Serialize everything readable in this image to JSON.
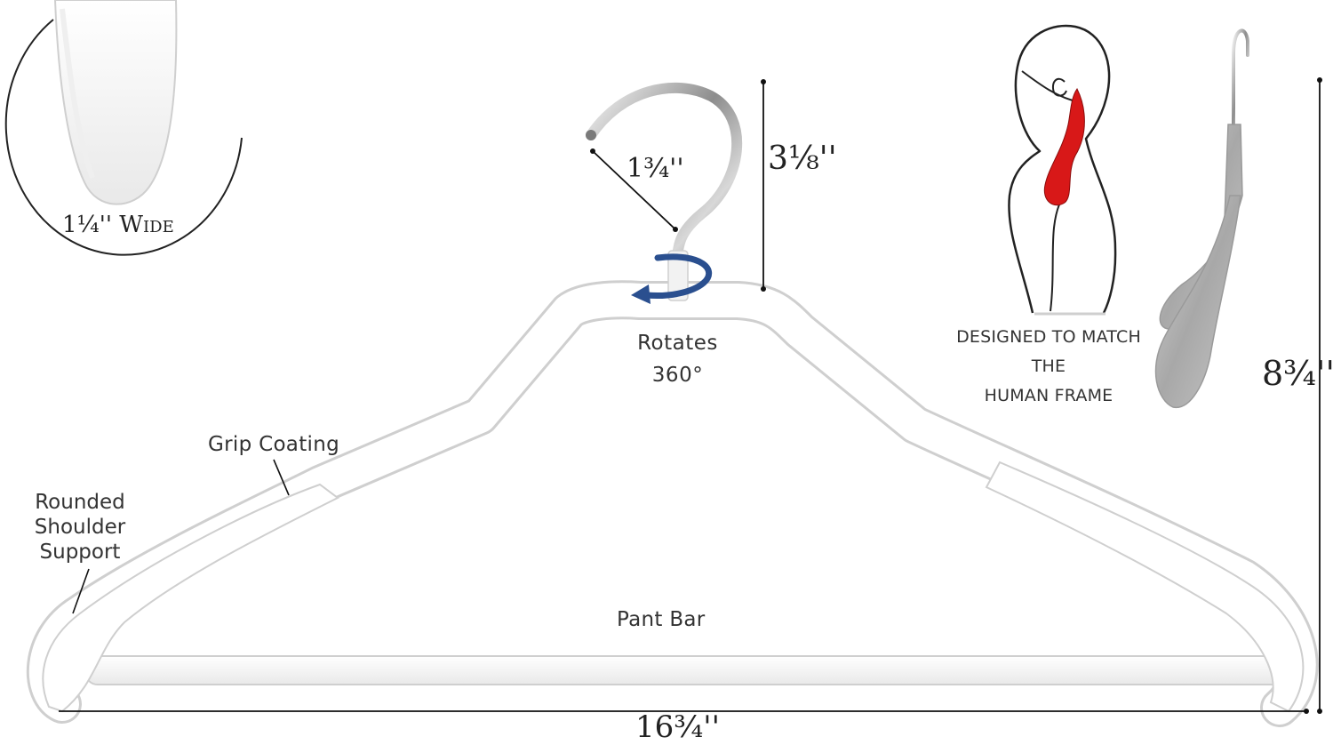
{
  "labels": {
    "rotates_line1": "Rotates",
    "rotates_line2": "360°",
    "grip_coating": "Grip Coating",
    "rounded_line1": "Rounded",
    "rounded_line2": "Shoulder",
    "rounded_line3": "Support",
    "pant_bar": "Pant Bar",
    "designed_line1": "DESIGNED TO MATCH",
    "designed_line2": "THE",
    "designed_line3": "HUMAN FRAME",
    "shoulder_width": "1¼'' Wide"
  },
  "dimensions": {
    "hook_opening": "1¾''",
    "hook_height": "3⅛''",
    "hanger_width": "16¾''",
    "hanger_height": "8¾''"
  },
  "colors": {
    "hanger": "#ffffff",
    "hanger_shade": "#dcdcdc",
    "chrome": "#9a9a9a",
    "rotate_arrow": "#2a4f8f",
    "neck_muscle": "#d81818",
    "side_view": "#b4b4b4"
  }
}
